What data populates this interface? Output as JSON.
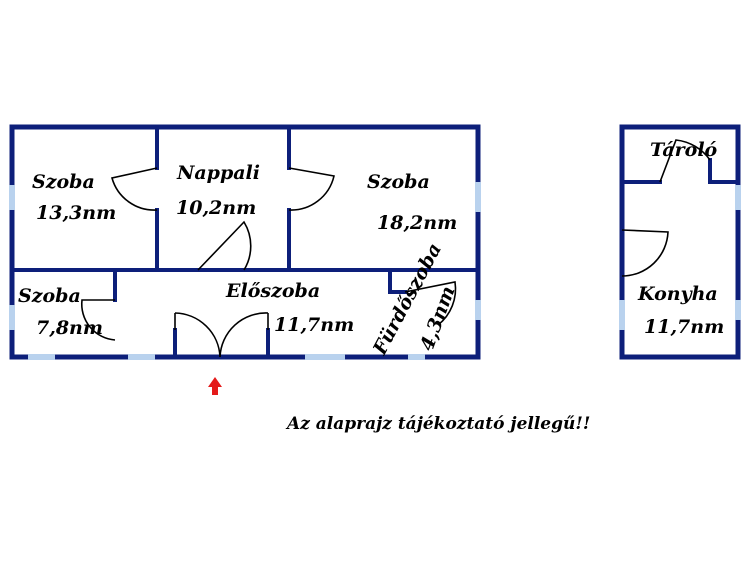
{
  "colors": {
    "wall": "#0d1f7a",
    "window": "#b9d2ee",
    "door_line": "#000000",
    "entrance_arrow": "#e41a1a",
    "text": "#000000",
    "background": "#ffffff"
  },
  "rooms": {
    "szoba_left": {
      "name": "Szoba",
      "area": "13,3nm"
    },
    "nappali": {
      "name": "Nappali",
      "area": "10,2nm"
    },
    "szoba_right": {
      "name": "Szoba",
      "area": "18,2nm"
    },
    "szoba_small": {
      "name": "Szoba",
      "area": "7,8nm"
    },
    "eloszoba": {
      "name": "Előszoba",
      "area": "11,7nm"
    },
    "furdoszoba": {
      "name": "Fürdőszoba",
      "area": "4,3nm"
    },
    "tarolo": {
      "name": "Tároló"
    },
    "konyha": {
      "name": "Konyha",
      "area": "11,7nm"
    }
  },
  "note": "Az alaprajz tájékoztató jellegű!!",
  "icons": {
    "entrance": "entrance-arrow-icon"
  }
}
